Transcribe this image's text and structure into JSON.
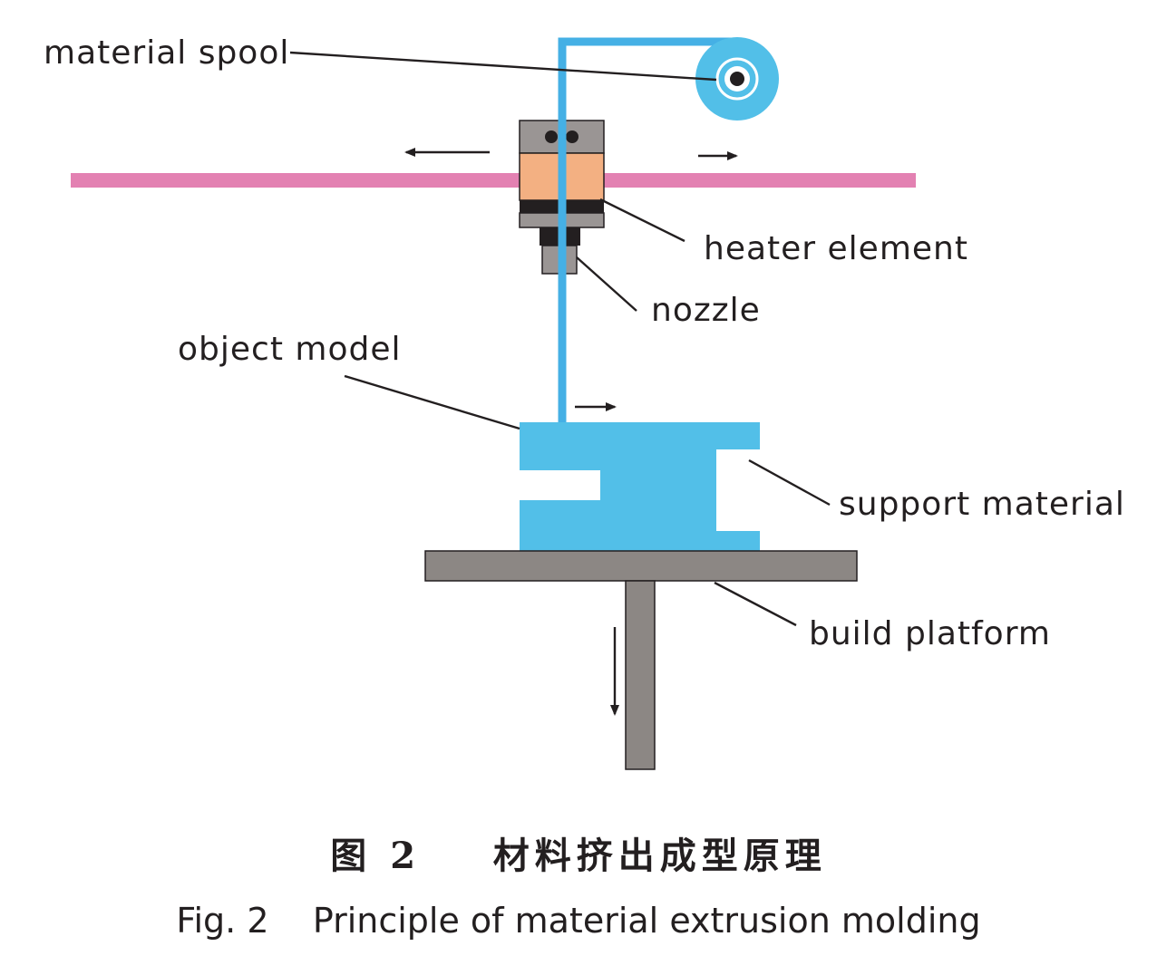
{
  "labels": {
    "material_spool": "material spool",
    "heater_element": "heater element",
    "nozzle": "nozzle",
    "object_model": "object model",
    "support_material": "support material",
    "build_platform": "build platform"
  },
  "caption": {
    "cn_number": "图 2",
    "cn_title": "材料挤出成型原理",
    "en_number": "Fig. 2",
    "en_title": "Principle of material extrusion molding"
  },
  "colors": {
    "filament": "#45b0e5",
    "object": "#52bfe8",
    "rail": "#e381b2",
    "heater": "#f3b082",
    "head_body": "#9a9594",
    "platform": "#8c8784",
    "ink": "#231f20"
  }
}
